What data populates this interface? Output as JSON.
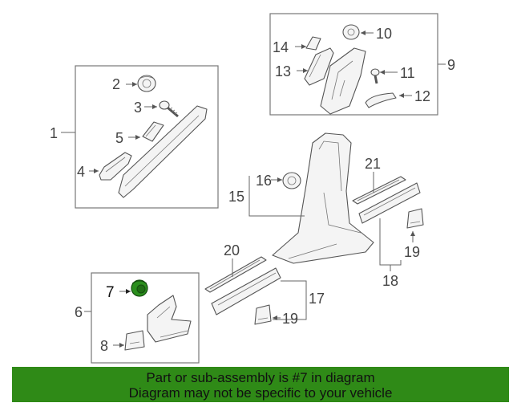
{
  "callouts": {
    "c1": "1",
    "c2": "2",
    "c3": "3",
    "c4": "4",
    "c5": "5",
    "c6": "6",
    "c7": "7",
    "c8": "8",
    "c9": "9",
    "c10": "10",
    "c11": "11",
    "c12": "12",
    "c13": "13",
    "c14": "14",
    "c15": "15",
    "c16": "16",
    "c17": "17",
    "c18": "18",
    "c19a": "19",
    "c19b": "19",
    "c20": "20",
    "c21": "21"
  },
  "highlighted_part": "7",
  "colors": {
    "highlight": "#2b8f1d",
    "banner": "#2f8a17"
  },
  "banner": {
    "line1": "Part or sub-assembly is #7 in diagram",
    "line2": "Diagram may not be specific to your vehicle"
  }
}
